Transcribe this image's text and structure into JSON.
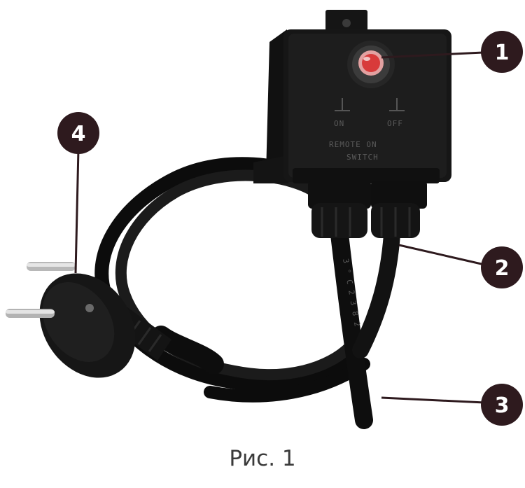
{
  "caption": "Рис. 1",
  "colors": {
    "callout_fill": "#2e1a1e",
    "callout_text": "#ffffff",
    "device": "#141414",
    "cable": "#0c0c0c",
    "button": "#d83a3a",
    "background": "#ffffff"
  },
  "callouts": [
    {
      "label": "1"
    },
    {
      "label": "2"
    },
    {
      "label": "3"
    },
    {
      "label": "4"
    }
  ],
  "device": {
    "mark_left": "ON",
    "mark_right": "OFF",
    "line1": "REMOTE ON",
    "line2": "SWITCH"
  },
  "icons": [
    "red-push-button-icon",
    "euro-plug-icon",
    "junction-box-icon"
  ]
}
